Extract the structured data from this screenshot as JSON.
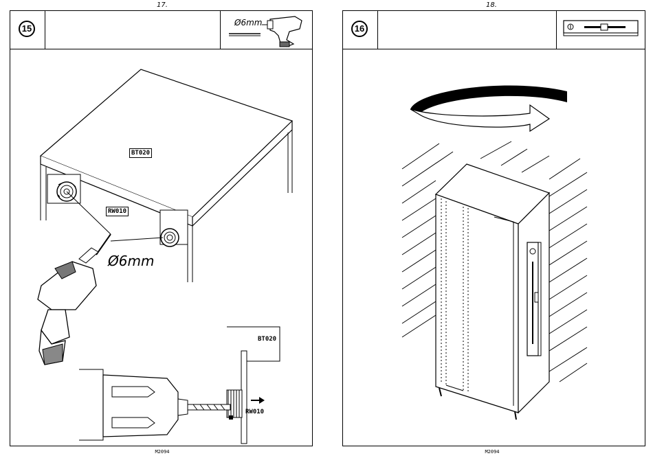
{
  "left_page": {
    "page_number": "17.",
    "step": "15",
    "tool_label": "Ø6mm",
    "drill_label": "Ø6mm",
    "part_top": "BT020",
    "part_cam": "RW010",
    "detail_part_top": "BT020",
    "detail_part_cam": "RW010",
    "footer_code": "M2094"
  },
  "right_page": {
    "page_number": "18.",
    "step": "16",
    "footer_code": "M2094"
  }
}
